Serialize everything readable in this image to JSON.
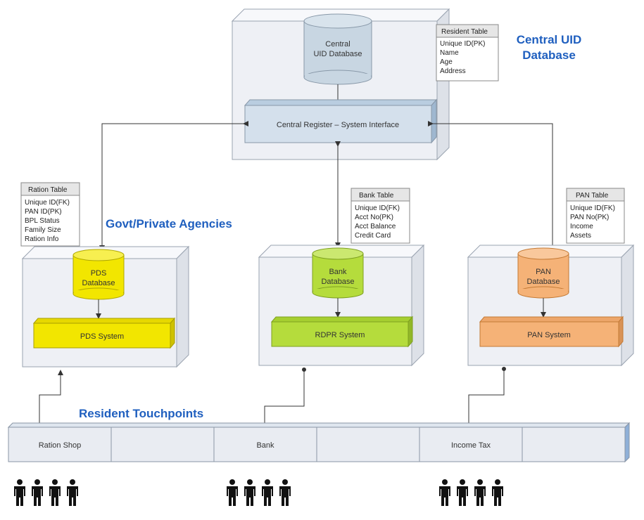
{
  "headings": {
    "central_line1": "Central UID",
    "central_line2": "Database",
    "agencies": "Govt/Private Agencies",
    "touchpoints": "Resident Touchpoints"
  },
  "central": {
    "db_line1": "Central",
    "db_line2": "UID Database",
    "interface": "Central Register – System Interface",
    "table": {
      "title": "Resident Table",
      "rows": [
        "Unique ID(PK)",
        "Name",
        "Age",
        "Address"
      ]
    }
  },
  "agencies": [
    {
      "db_line1": "PDS",
      "db_line2": "Database",
      "system": "PDS System",
      "table": {
        "title": "Ration Table",
        "rows": [
          "Unique ID(FK)",
          "PAN ID(PK)",
          "BPL Status",
          "Family Size",
          "Ration Info"
        ]
      },
      "color": "#f2e600"
    },
    {
      "db_line1": "Bank",
      "db_line2": "Database",
      "system": "RDPR System",
      "table": {
        "title": "Bank Table",
        "rows": [
          "Unique ID(FK)",
          "Acct No(PK)",
          "Acct Balance",
          "Credit Card"
        ]
      },
      "color": "#b5dc3c"
    },
    {
      "db_line1": "PAN",
      "db_line2": "Database",
      "system": "PAN System",
      "table": {
        "title": "PAN Table",
        "rows": [
          "Unique ID(FK)",
          "PAN No(PK)",
          "Income",
          "Assets"
        ]
      },
      "color": "#f5b277"
    }
  ],
  "touchpoints": [
    "Ration Shop",
    "",
    "Bank",
    "",
    "Income Tax",
    ""
  ],
  "colors": {
    "heading": "#1f5fbf",
    "box_fill": "#eef0f5",
    "central_db": "#c8d6e2",
    "interface_fill": "#d4e0ec"
  },
  "icons": [
    "people-icon",
    "people-icon",
    "people-icon"
  ]
}
